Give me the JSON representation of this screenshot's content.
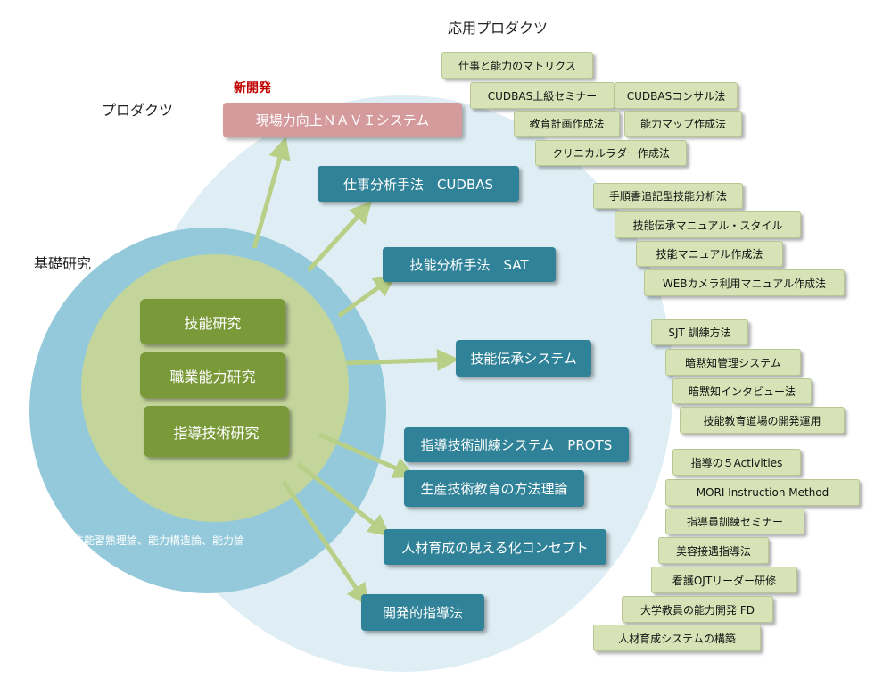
{
  "labels": {
    "applied_products": "応用プロダクツ",
    "products": "プロダクツ",
    "basic_research": "基礎研究",
    "new_development": "新開発",
    "theory": "技能習熟理論、能力構造論、能力論"
  },
  "core_research": [
    "技能研究",
    "職業能力研究",
    "指導技術研究"
  ],
  "navi_system": "現場力向上ＮＡＶＩシステム",
  "products": [
    "仕事分析手法　CUDBAS",
    "技能分析手法　SAT",
    "技能伝承システム",
    "指導技術訓練システム　PROTS",
    "生産技術教育の方法理論",
    "人材育成の見える化コンセプト",
    "開発的指導法"
  ],
  "applications": [
    "仕事と能力のマトリクス",
    "CUDBAS上級セミナー",
    "CUDBASコンサル法",
    "教育計画作成法",
    "能力マップ作成法",
    "クリニカルラダー作成法",
    "手順書追記型技能分析法",
    "技能伝承マニュアル・スタイル",
    "技能マニュアル作成法",
    "WEBカメラ利用マニュアル作成法",
    "SJT 訓練方法",
    "暗黙知管理システム",
    "暗黙知インタビュー法",
    "技能教育道場の開発運用",
    "指導の５Activities",
    "MORI Instruction Method",
    "指導員訓練セミナー",
    "美容接遇指導法",
    "看護OJTリーダー研修",
    "大学教員の能力開発 FD",
    "人材育成システムの構築"
  ],
  "colors": {
    "outer_ellipse": "#deeef4",
    "basic_ellipse": "#93c9da",
    "core_circle": "#c3d59b",
    "arrow": "#b8cf87",
    "core_box": "#7a9a3a",
    "product_box": "#2f8297",
    "navi_box": "#d49a9c",
    "app_box": "#d7e3b6",
    "new_label": "#c00000"
  }
}
